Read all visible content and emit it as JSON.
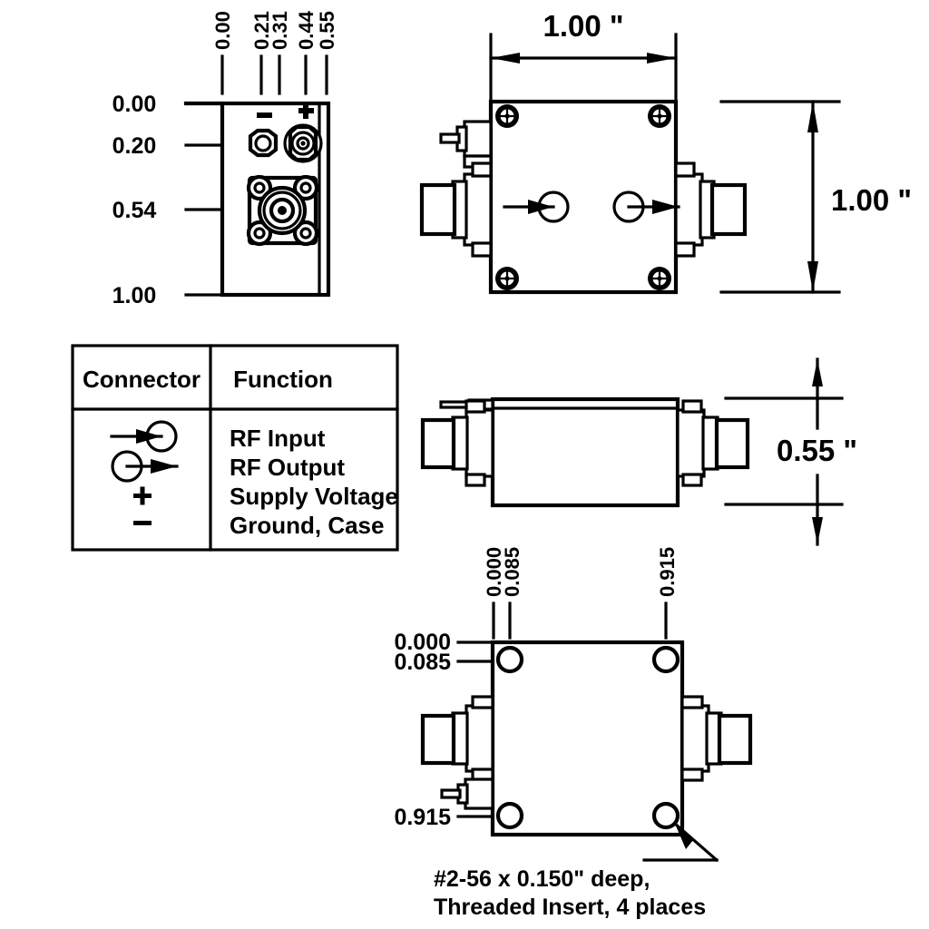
{
  "drawing": {
    "title": "RF amplifier module mechanical outline drawing",
    "units": "inch",
    "line_color": "#000000",
    "background_color": "#ffffff"
  },
  "end_view": {
    "name": "end-view",
    "top_tick_labels": [
      "0.00",
      "0.21",
      "0.31",
      "0.44",
      "0.55"
    ],
    "left_tick_labels": [
      "0.00",
      "0.20",
      "0.54",
      "1.00"
    ],
    "markers": {
      "minus": "-",
      "plus": "+"
    }
  },
  "top_view": {
    "name": "top-view",
    "width_dimension": "1.00 \"",
    "height_dimension": "1.00 \"",
    "rf_input_label": "RF Input arrow into circle",
    "rf_output_label": "RF Output circle into arrow"
  },
  "side_view": {
    "name": "side-view",
    "height_dimension": "0.55 \""
  },
  "bottom_view": {
    "name": "bottom-view",
    "top_tick_labels": [
      "0.000",
      "0.085",
      "0.915"
    ],
    "left_tick_labels": [
      "0.000",
      "0.085",
      "0.915"
    ],
    "note_line_1": "#2-56 x 0.150\" deep,",
    "note_line_2": "Threaded Insert, 4 places"
  },
  "connector_table": {
    "name": "connector-table",
    "headers": [
      "Connector",
      "Function"
    ],
    "rows": [
      {
        "symbol": "arrow-into-circle",
        "function": "RF Input"
      },
      {
        "symbol": "circle-into-arrow",
        "function": "RF Output"
      },
      {
        "symbol": "+",
        "function": "Supply Voltage"
      },
      {
        "symbol": "-",
        "function": "Ground, Case"
      }
    ]
  }
}
